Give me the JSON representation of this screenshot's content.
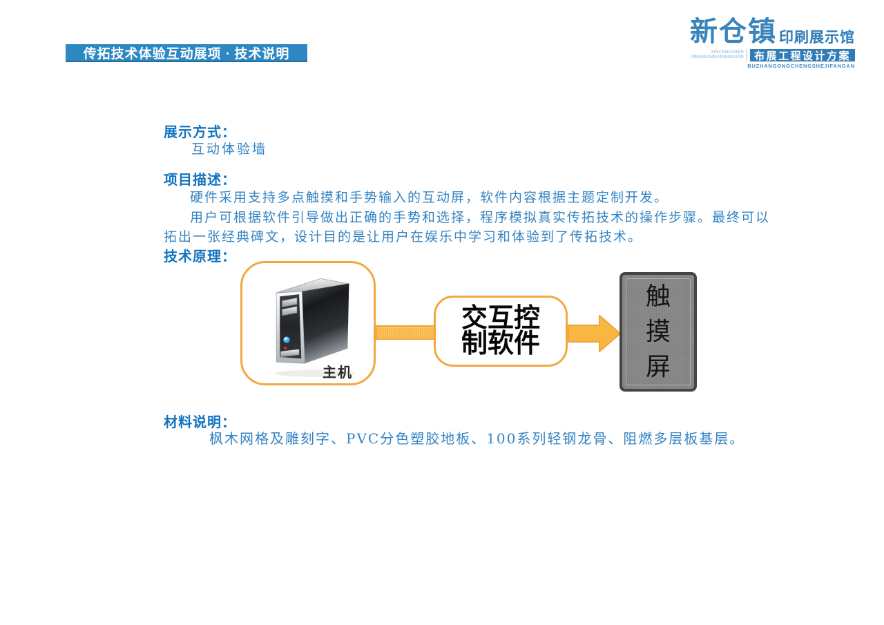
{
  "colors": {
    "title_bar_bg": "#2d87c2",
    "brand_blue": "#2f7cb8",
    "brand_light_blue": "#a3c4de",
    "heading_blue": "#1173bf",
    "body_text_blue": "#3484c3",
    "diagram_border_orange": "#f2a83f",
    "arrow_fill": "#f8b742",
    "screen_gray": "#8c8c8c",
    "screen_border": "#454545",
    "screen_inner_line": "#a6b8ae"
  },
  "header": {
    "title": "传拓技术体验互动展项 · 技术说明",
    "logo": {
      "name_cn": "新仓镇",
      "name_suffix": "印刷展示馆",
      "pinyin_line1": "XINCANGZHEN",
      "pinyin_line2": "YINSHUAZHANSHIGUAN",
      "banner_text": "布展工程设计方案",
      "banner_pinyin": "BUZHANGONGCHENGSHEJIFANGAN"
    }
  },
  "sections": {
    "display_method": {
      "heading": "展示方式：",
      "content": "互动体验墙"
    },
    "project_description": {
      "heading": "项目描述：",
      "lines": [
        {
          "text": "硬件采用支持多点触摸和手势输入的互动屏，软件内容根据主题定制开发。"
        },
        {
          "text": "用户可根据软件引导做出正确的手势和选择，程序模拟真实传拓技术的操作步骤。最终可以"
        },
        {
          "text": "拓出一张经典碑文，设计目的是让用户在娱乐中学习和体验到了传拓技术。"
        }
      ]
    },
    "technical_principle": {
      "heading": "技术原理："
    },
    "material_description": {
      "heading": "材料说明：",
      "content": "枫木网格及雕刻字、PVC分色塑胶地板、100系列轻钢龙骨、阻燃多层板基层。"
    }
  },
  "diagram": {
    "host_label": "主机",
    "software_label_line1": "交互控",
    "software_label_line2": "制软件",
    "screen_chars": [
      "触",
      "摸",
      "屏"
    ]
  }
}
